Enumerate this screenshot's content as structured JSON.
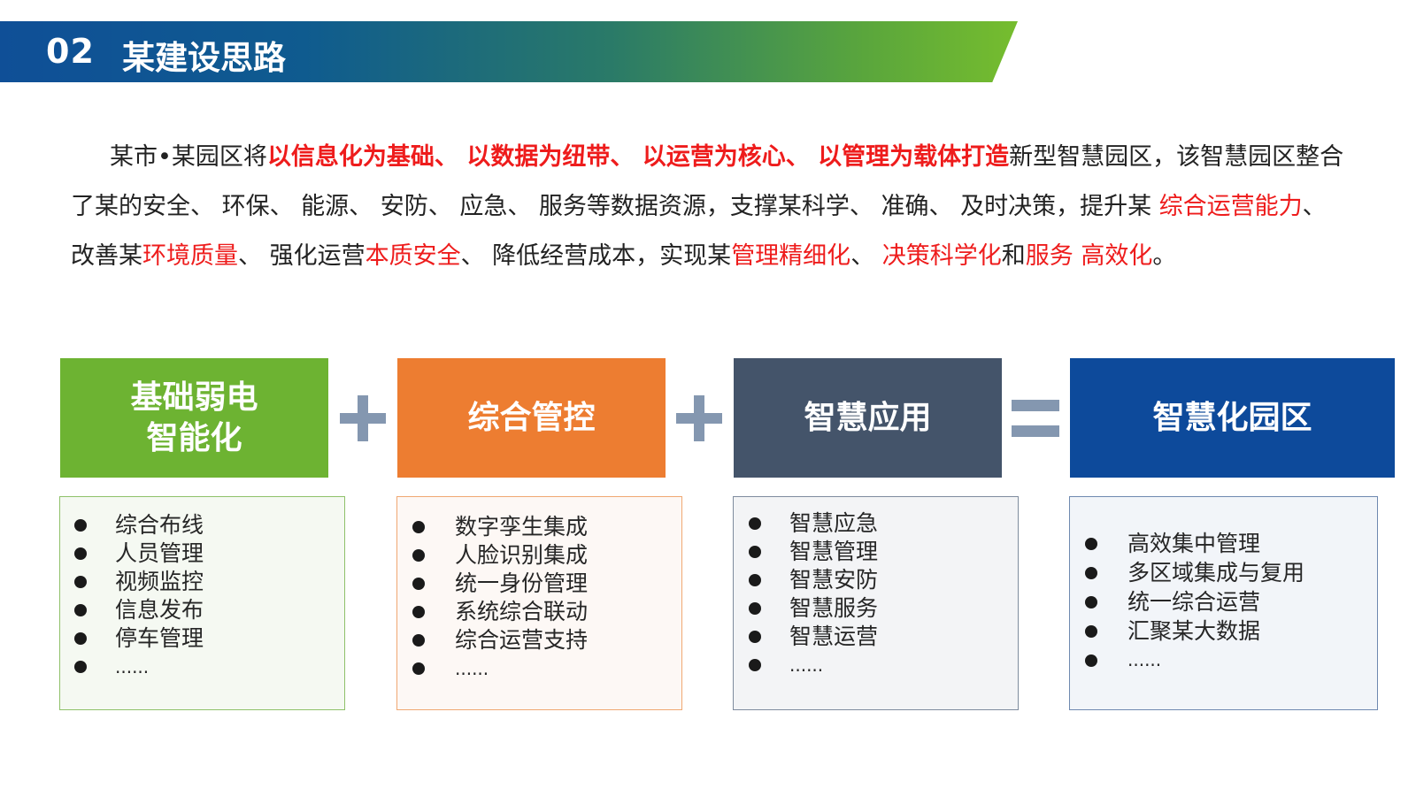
{
  "header": {
    "number": "02",
    "title": "某建设思路"
  },
  "intro": {
    "seg1": "某市•某园区将",
    "seg2": "以信息化为基础、 以数据为纽带、 以运营为核心、 以管理为载体打造",
    "seg3": "新型智慧园区，该智慧园区整合了某的安全、 环保、 能源、 安防、 应急、 服务等数据资源，支撑某科学、 准确、 及时决策，提升某 ",
    "seg4": "综合运营能力",
    "seg5": "、 改善某",
    "seg6": "环境质量",
    "seg7": "、 强化运营",
    "seg8": "本质安全",
    "seg9": "、 降低经营成本，实现某",
    "seg10": "管理精细化",
    "seg11": "、 ",
    "seg12": "决策科学化",
    "seg13": "和",
    "seg14": "服务 高效化",
    "seg15": "。"
  },
  "colors": {
    "green": "#6db332",
    "orange": "#ed7d31",
    "slate": "#44546a",
    "navy": "#0d4a9b",
    "operator": "#8497b0",
    "highlight_red": "#ee1c1c"
  },
  "operators": [
    "plus",
    "plus",
    "equals"
  ],
  "columns": [
    {
      "title_line1": "基础弱电",
      "title_line2": "智能化",
      "items": [
        "综合布线",
        "人员管理",
        "视频监控",
        "信息发布",
        "停车管理",
        "......"
      ]
    },
    {
      "title_line1": "综合管控",
      "items": [
        "数字孪生集成",
        "人脸识别集成",
        "统一身份管理",
        "系统综合联动",
        "综合运营支持",
        "......"
      ]
    },
    {
      "title_line1": "智慧应用",
      "items": [
        "智慧应急",
        "智慧管理",
        "智慧安防",
        "智慧服务",
        "智慧运营",
        "......"
      ]
    },
    {
      "title_line1": "智慧化园区",
      "items": [
        "高效集中管理",
        "多区域集成与复用",
        "统一综合运营",
        "汇聚某大数据",
        "......"
      ]
    }
  ]
}
